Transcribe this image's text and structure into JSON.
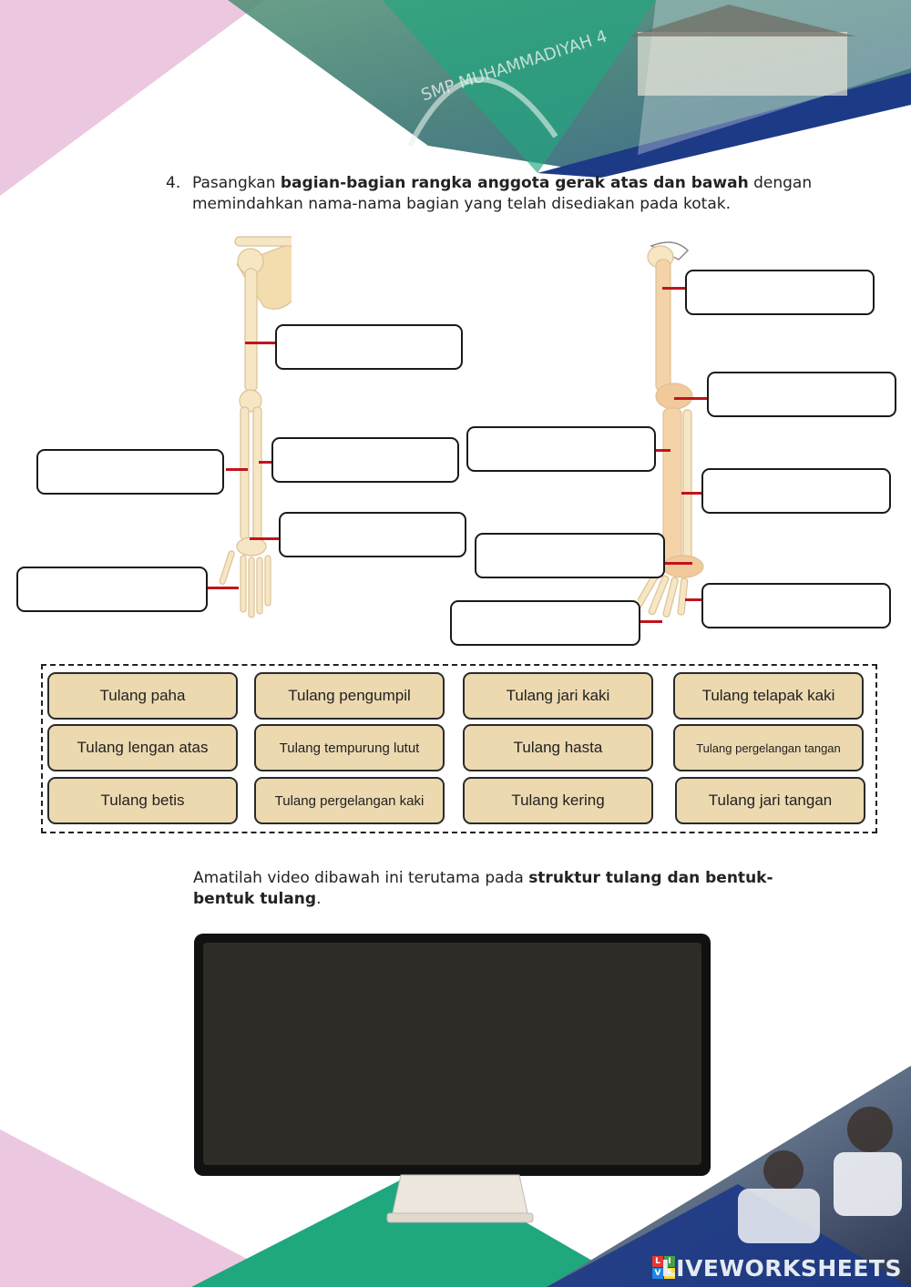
{
  "question": {
    "number": "4.",
    "line1_pre": "Pasangkan ",
    "line1_bold": "bagian-bagian rangka anggota gerak atas dan bawah",
    "line1_post": " dengan",
    "line2": "memindahkan nama-nama bagian yang telah disediakan pada kotak."
  },
  "word_bank": [
    [
      "Tulang paha",
      "Tulang pengumpil",
      "Tulang jari kaki",
      "Tulang telapak kaki"
    ],
    [
      "Tulang lengan atas",
      "Tulang tempurung lutut",
      "Tulang hasta",
      "Tulang pergelangan tangan"
    ],
    [
      "Tulang betis",
      "Tulang pergelangan kaki",
      "Tulang kering",
      "Tulang jari tangan"
    ]
  ],
  "video_prompt": {
    "pre": "Amatilah video dibawah ini terutama pada ",
    "bold": "struktur tulang dan bentuk-bentuk tulang",
    "post": "."
  },
  "header_sign": "SMP MUHAMMADIYAH 4",
  "brand": "LIVEWORKSHEETS",
  "colors": {
    "pink": "#ecc7e0",
    "teal": "#1fa77e",
    "navy": "#1d3a86",
    "chip_fill": "#ecd9b0",
    "bone": "#f6e6c4",
    "pointer": "#c0141c"
  }
}
